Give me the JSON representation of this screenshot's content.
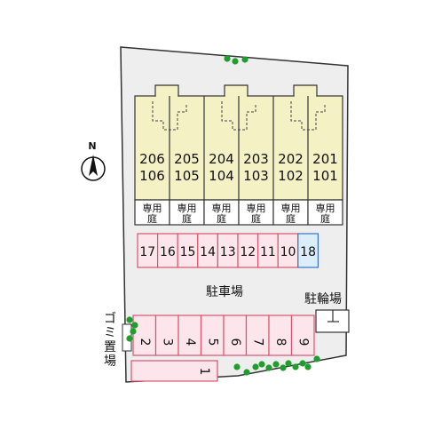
{
  "compass": {
    "letter": "N"
  },
  "units": [
    {
      "upper": "206",
      "lower": "106"
    },
    {
      "upper": "205",
      "lower": "105"
    },
    {
      "upper": "204",
      "lower": "104"
    },
    {
      "upper": "203",
      "lower": "103"
    },
    {
      "upper": "202",
      "lower": "102"
    },
    {
      "upper": "201",
      "lower": "101"
    }
  ],
  "private_garden": {
    "line1": "専用",
    "line2": "庭"
  },
  "parking_top": [
    "17",
    "16",
    "15",
    "14",
    "13",
    "12",
    "11",
    "10",
    "18"
  ],
  "parking_bottom": [
    "2",
    "3",
    "4",
    "5",
    "6",
    "7",
    "8",
    "9"
  ],
  "parking_single": "1",
  "labels": {
    "parking_lot": "駐車場",
    "bicycle_parking": "駐輪場",
    "garbage_area": "ゴミ置場"
  },
  "colors": {
    "site": "#eeeeee",
    "building": "#f4f1c4",
    "slot_fill": "#fce6ec",
    "slot_stroke": "#d9536f",
    "slot_special_fill": "#dbeefa",
    "slot_special_stroke": "#3b74c4",
    "tree": "#1f9e2e"
  }
}
